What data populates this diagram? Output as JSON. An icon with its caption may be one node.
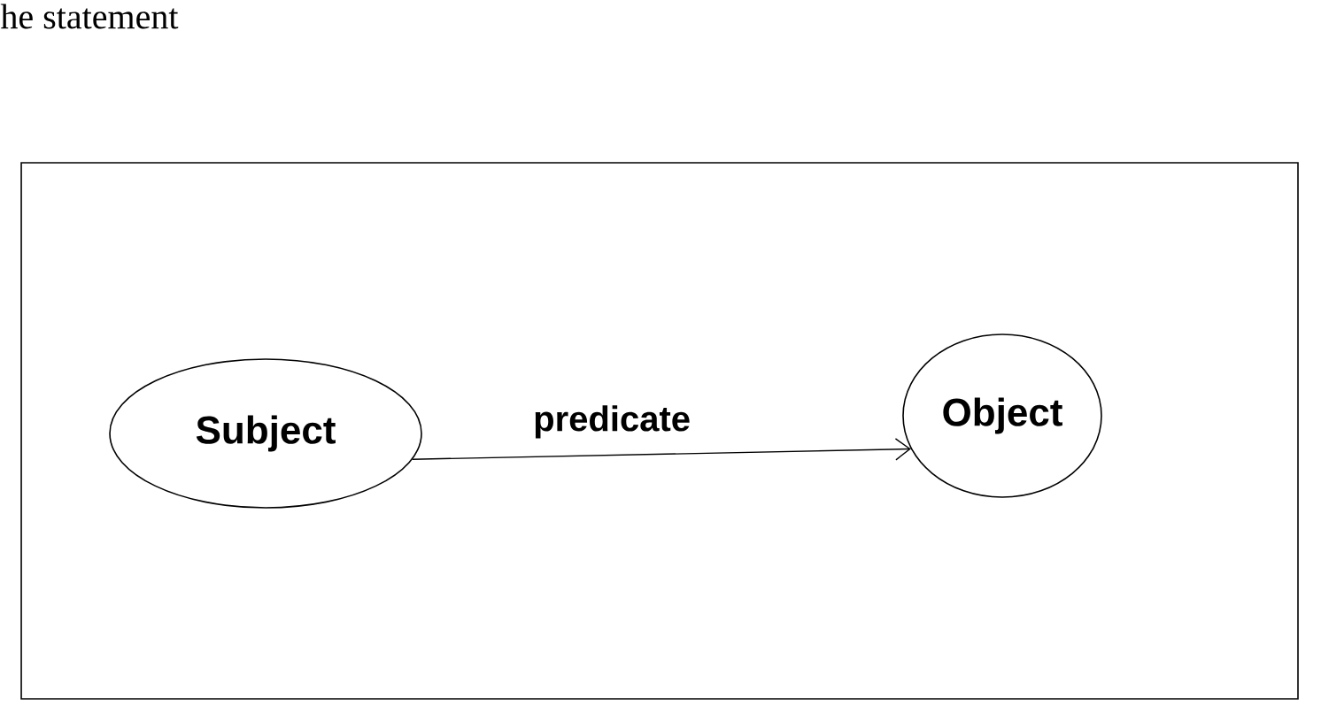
{
  "diagram": {
    "nodes": [
      {
        "text": [
          "Subject"
        ]
      },
      {
        "text": [
          "Object"
        ]
      }
    ],
    "edges": [
      {
        "from": 0,
        "to": 1,
        "arrow": "to",
        "label": "predicate"
      }
    ],
    "labels": [
      "he statement"
    ]
  }
}
